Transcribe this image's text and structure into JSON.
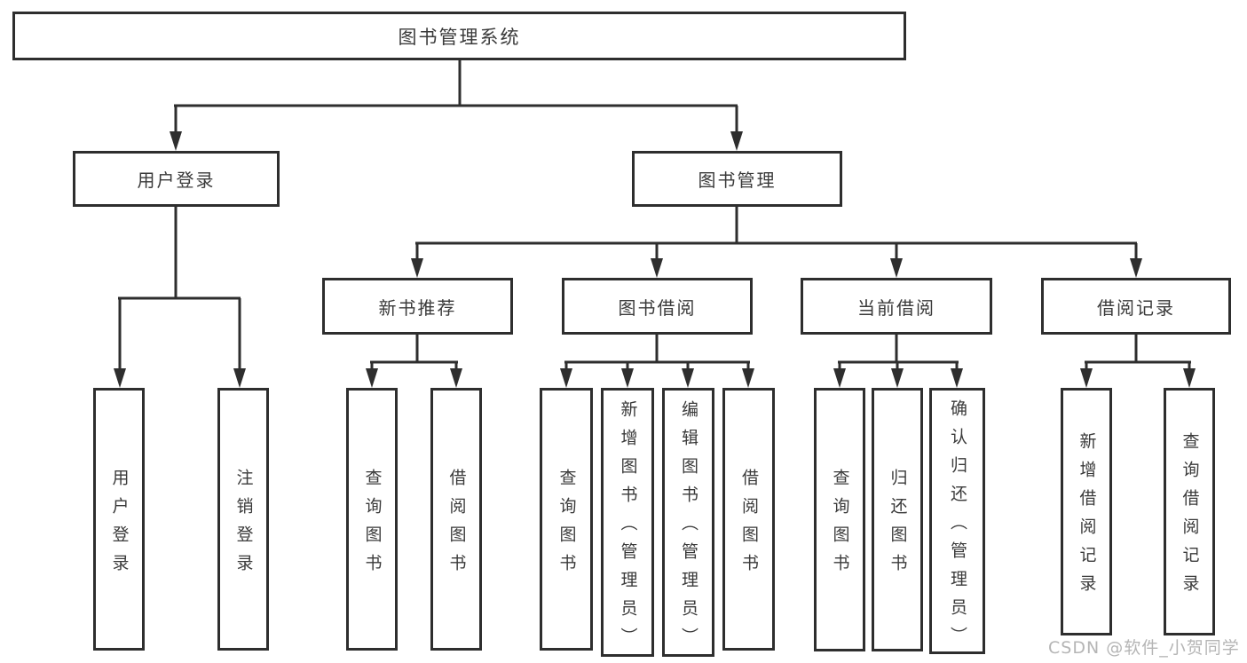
{
  "root": {
    "label": "图书管理系统"
  },
  "branches": [
    {
      "label": "用户登录",
      "children": [
        {
          "label": "用户登录"
        },
        {
          "label": "注销登录"
        }
      ]
    },
    {
      "label": "图书管理",
      "children": [
        {
          "label": "新书推荐",
          "children": [
            {
              "label": "查询图书"
            },
            {
              "label": "借阅图书"
            }
          ]
        },
        {
          "label": "图书借阅",
          "children": [
            {
              "label": "查询图书"
            },
            {
              "label": "新增图书（管理员）"
            },
            {
              "label": "编辑图书（管理员）"
            },
            {
              "label": "借阅图书"
            }
          ]
        },
        {
          "label": "当前借阅",
          "children": [
            {
              "label": "查询图书"
            },
            {
              "label": "归还图书"
            },
            {
              "label": "确认归还（管理员）"
            }
          ]
        },
        {
          "label": "借阅记录",
          "children": [
            {
              "label": "新增借阅记录"
            },
            {
              "label": "查询借阅记录"
            }
          ]
        }
      ]
    }
  ],
  "watermark": "CSDN @软件_小贺同学",
  "colors": {
    "line": "#2e2e2e",
    "text": "#3a3a3a",
    "watermark": "#b5b5b5",
    "background": "#ffffff"
  }
}
